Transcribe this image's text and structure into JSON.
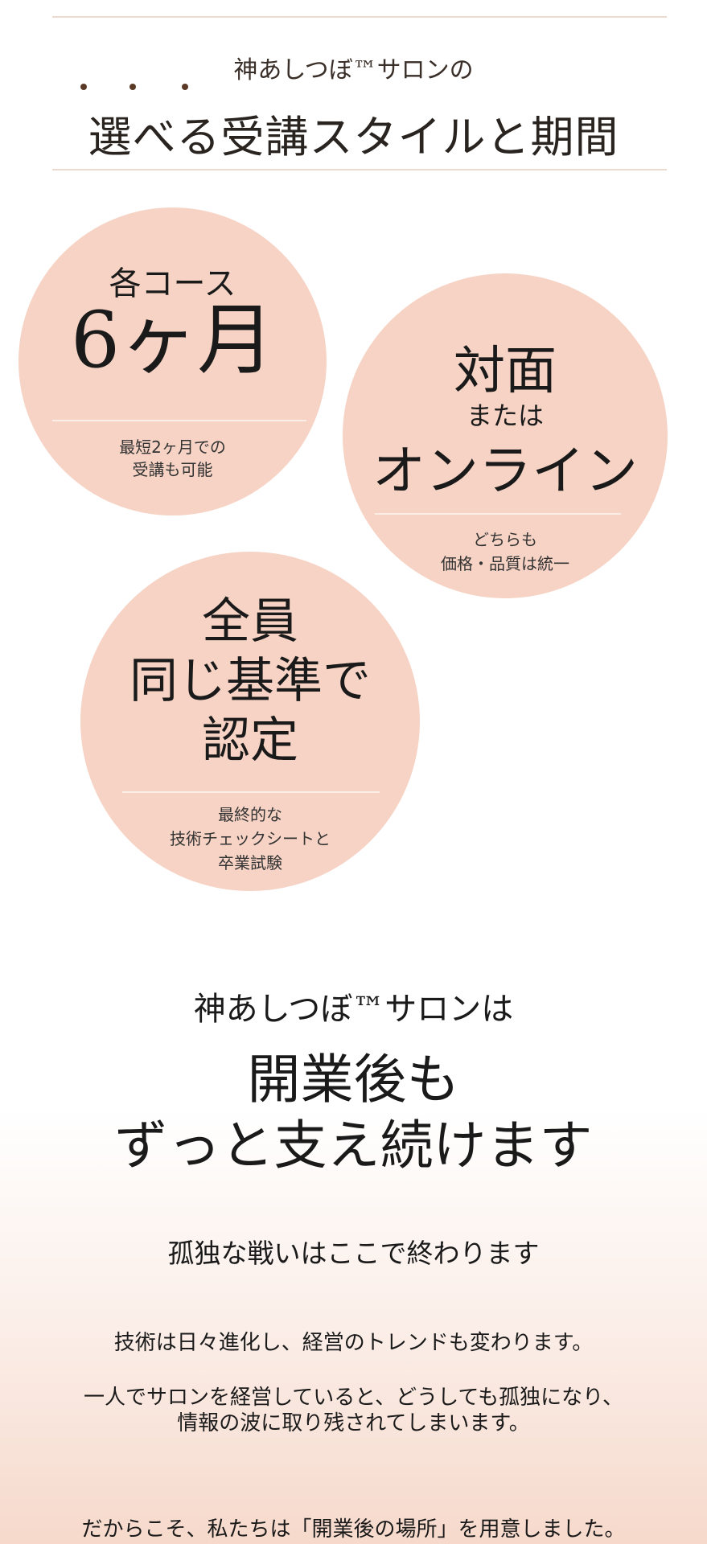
{
  "section1": {
    "subtitle": "神あしつぼ™サロンの",
    "title": "選べる受講スタイルと期間",
    "emphasis_dot_count": 3
  },
  "circles": [
    {
      "top": "各コース",
      "main": "6ヶ月",
      "note_lines": [
        "最短2ヶ月での",
        "受講も可能"
      ]
    },
    {
      "top": "対面",
      "middle": "または",
      "main": "オンライン",
      "note_lines": [
        "どちらも",
        "価格・品質は統一"
      ]
    },
    {
      "main_lines": [
        "全員",
        "同じ基準で",
        "認定"
      ],
      "note_lines": [
        "最終的な",
        "技術チェックシートと",
        "卒業試験"
      ]
    }
  ],
  "section2": {
    "subtitle": "神あしつぼ™サロンは",
    "headline_lines": [
      "開業後も",
      "ずっと支え続けます"
    ],
    "tagline": "孤独な戦いはここで終わります",
    "paragraphs": [
      [
        "技術は日々進化し、経営のトレンドも変わります。"
      ],
      [
        "一人でサロンを経営していると、どうしても孤独になり、",
        "情報の波に取り残されてしまいます。"
      ],
      [
        "だからこそ、私たちは「開業後の場所」を用意しました。"
      ]
    ]
  },
  "colors": {
    "circle": "#f6d3c4",
    "rule": "#ecd9cf",
    "dot": "#5a3a26",
    "text": "#1a1a1a"
  }
}
